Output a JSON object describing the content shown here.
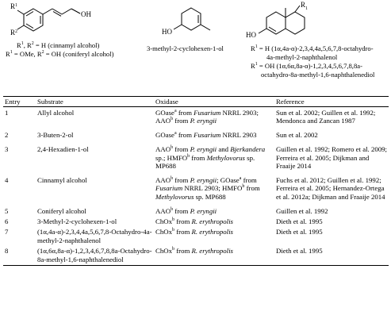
{
  "structures": {
    "atom_labels": {
      "r1": "R",
      "r2": "R",
      "sup1": "1",
      "sup2": "2",
      "oh": "OH",
      "ho": "HO",
      "r_sub": "1"
    },
    "caption1": {
      "line1_r": "R",
      "line1_sup": "1",
      "line1_mid": ", R",
      "line1_sup2": "2",
      "line1_end": " = H (cinnamyl alcohol)",
      "line2_r": "R",
      "line2_sup": "1",
      "line2_mid": " = OMe, R",
      "line2_sup2": "2",
      "line2_end": " = OH (coniferyl alcohol)"
    },
    "caption2": "3-methyl-2-cyclohexen-1-ol",
    "caption3": {
      "line1_r": "R",
      "line1_sup": "1",
      "line1_end": " = H (1α,4a-α)-2,3,4,4a,5,6,7,8-octahydro-",
      "line2": "4a-methyl-2-naphthalenol",
      "line3_r": "R",
      "line3_sup": "1",
      "line3_end": " = OH (1α,6α,8a-α)-1,2,3,4,5,6,7,8,8a-",
      "line4": "octahydro-8a-methyl-1,6-naphthalenediol"
    }
  },
  "table": {
    "headers": {
      "entry": "Entry",
      "substrate": "Substrate",
      "oxidase": "Oxidase",
      "reference": "Reference"
    },
    "rows": [
      {
        "entry": "1",
        "substrate": "Allyl alcohol",
        "oxidase": [
          {
            "t": "GOase"
          },
          {
            "sup": "a"
          },
          {
            "t": " from "
          },
          {
            "i": "Fusarium"
          },
          {
            "t": " NRRL 2903; AAO"
          },
          {
            "sup": "b"
          },
          {
            "t": " from "
          },
          {
            "i": "P. eryngii"
          }
        ],
        "reference": "Sun et al. 2002; Guillen et al. 1992; Mendonca and Zancan 1987"
      },
      {
        "entry": "2",
        "substrate": "3-Buten-2-ol",
        "oxidase": [
          {
            "t": "GOase"
          },
          {
            "sup": "a"
          },
          {
            "t": " from "
          },
          {
            "i": "Fusarium"
          },
          {
            "t": " NRRL 2903"
          }
        ],
        "reference": "Sun et al. 2002"
      },
      {
        "entry": "3",
        "substrate": "2,4-Hexadien-1-ol",
        "oxidase": [
          {
            "t": "AAO"
          },
          {
            "sup": "b"
          },
          {
            "t": " from "
          },
          {
            "i": "P. eryngii"
          },
          {
            "t": " and "
          },
          {
            "i": "Bjerkandera"
          },
          {
            "t": " sp.; HMFO"
          },
          {
            "sup": "b"
          },
          {
            "t": " from "
          },
          {
            "i": "Methylovorus"
          },
          {
            "t": " sp. MP688"
          }
        ],
        "reference": "Guillen et al. 1992; Romero et al. 2009; Ferreira et al. 2005; Dijkman and Fraaije 2014"
      },
      {
        "entry": "4",
        "substrate": "Cinnamyl alcohol",
        "oxidase": [
          {
            "t": "AAO"
          },
          {
            "sup": "b"
          },
          {
            "t": " from "
          },
          {
            "i": "P. eryngii"
          },
          {
            "t": "; GOase"
          },
          {
            "sup": "a"
          },
          {
            "t": " from "
          },
          {
            "i": "Fusarium"
          },
          {
            "t": " NRRL 2903; HMFO"
          },
          {
            "sup": "b"
          },
          {
            "t": " from "
          },
          {
            "i": "Methylovorus"
          },
          {
            "t": " sp. MP688"
          }
        ],
        "reference": "Fuchs et al. 2012; Guillen et al. 1992; Ferreira et al. 2005; Hernandez-Ortega et al. 2012a; Dijkman and Fraaije 2014"
      },
      {
        "entry": "5",
        "substrate": "Coniferyl alcohol",
        "oxidase": [
          {
            "t": "AAO"
          },
          {
            "sup": "b"
          },
          {
            "t": " from "
          },
          {
            "i": "P. eryngii"
          }
        ],
        "reference": "Guillen et al. 1992"
      },
      {
        "entry": "6",
        "substrate": "3-Methyl-2-cyclohexen-1-ol",
        "oxidase": [
          {
            "t": "ChOx"
          },
          {
            "sup": "b"
          },
          {
            "t": " from "
          },
          {
            "i": "R. erythropolis"
          }
        ],
        "reference": "Dieth et al. 1995"
      },
      {
        "entry": "7",
        "substrate": "(1α,4a-α)-2,3,4,4a,5,6,7,8-Octahydro-4a-methyl-2-naphthalenol",
        "oxidase": [
          {
            "t": "ChOx"
          },
          {
            "sup": "b"
          },
          {
            "t": " from "
          },
          {
            "i": "R. erythropolis"
          }
        ],
        "reference": "Dieth et al. 1995"
      },
      {
        "entry": "8",
        "substrate": "(1α,6α,8a-α)-1,2,3,4,6,7,8,8a-Octahydro-8a-methyl-1,6-naphthalenediol",
        "oxidase": [
          {
            "t": "ChOx"
          },
          {
            "sup": "b"
          },
          {
            "t": " from "
          },
          {
            "i": "R. erythropolis"
          }
        ],
        "reference": "Dieth et al. 1995"
      }
    ]
  }
}
